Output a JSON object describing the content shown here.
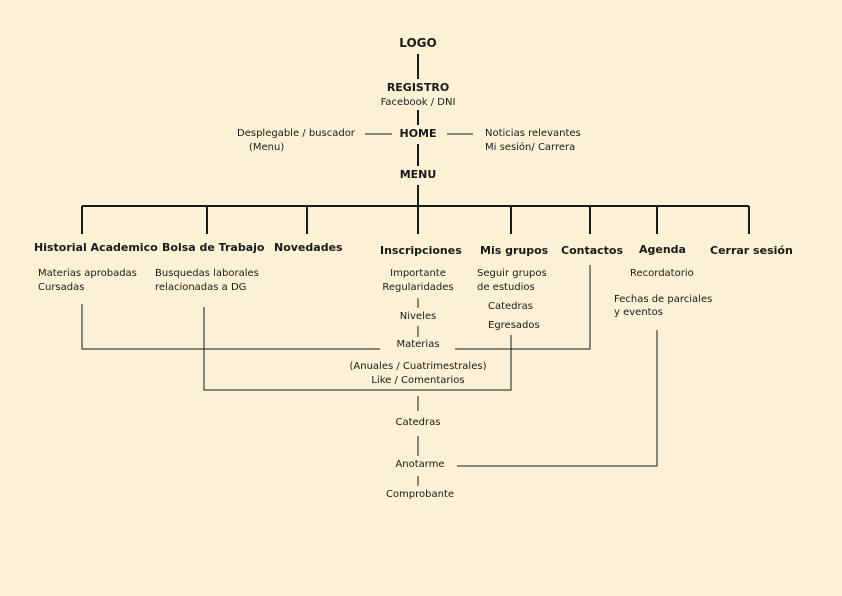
{
  "top": {
    "logo": "LOGO",
    "registro": "REGISTRO",
    "registro_sub": "Facebook / DNI",
    "home": "HOME",
    "left_note_1": "Desplegable / buscador",
    "left_note_2": "(Menu)",
    "right_note_1": "Noticias relevantes",
    "right_note_2": "Mi sesión/ Carrera",
    "menu": "MENU"
  },
  "sections": {
    "historial": {
      "title": "Historial Academico",
      "items": [
        "Materias aprobadas",
        "Cursadas"
      ]
    },
    "bolsa": {
      "title": "Bolsa de Trabajo",
      "items": [
        "Busquedas laborales",
        "relacionadas a DG"
      ]
    },
    "novedades": {
      "title": "Novedades"
    },
    "inscripciones": {
      "title": "Inscripciones",
      "items": [
        "Importante",
        "Regularidades",
        "Niveles",
        "Materias"
      ]
    },
    "grupos": {
      "title": "Mis grupos",
      "items": [
        "Seguir grupos",
        "de estudios",
        "Catedras",
        "Egresados"
      ]
    },
    "contactos": {
      "title": "Contactos"
    },
    "agenda": {
      "title": "Agenda",
      "items": [
        "Recordatorio",
        "Fechas de parciales",
        "y eventos"
      ]
    },
    "cerrar": {
      "title": "Cerrar sesión"
    }
  },
  "flow": {
    "anuales": "(Anuales / Cuatrimestrales)",
    "like": "Like / Comentarios",
    "catedras": "Catedras",
    "anotarme": "Anotarme",
    "comprobante": "Comprobante"
  }
}
